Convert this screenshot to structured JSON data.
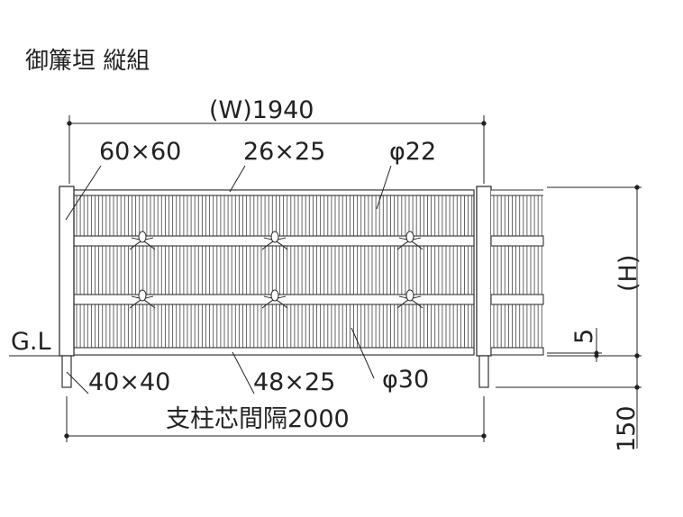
{
  "title": "御簾垣 縦組",
  "labels": {
    "width": "(W)1940",
    "post": "60×60",
    "top_rail": "26×25",
    "top_bamboo": "φ22",
    "gl": "G.L",
    "foot_post": "40×40",
    "bottom_rail": "48×25",
    "bottom_bamboo": "φ30",
    "spacing": "支柱芯間隔2000",
    "height": "(H)",
    "gap": "5",
    "embed": "150"
  }
}
